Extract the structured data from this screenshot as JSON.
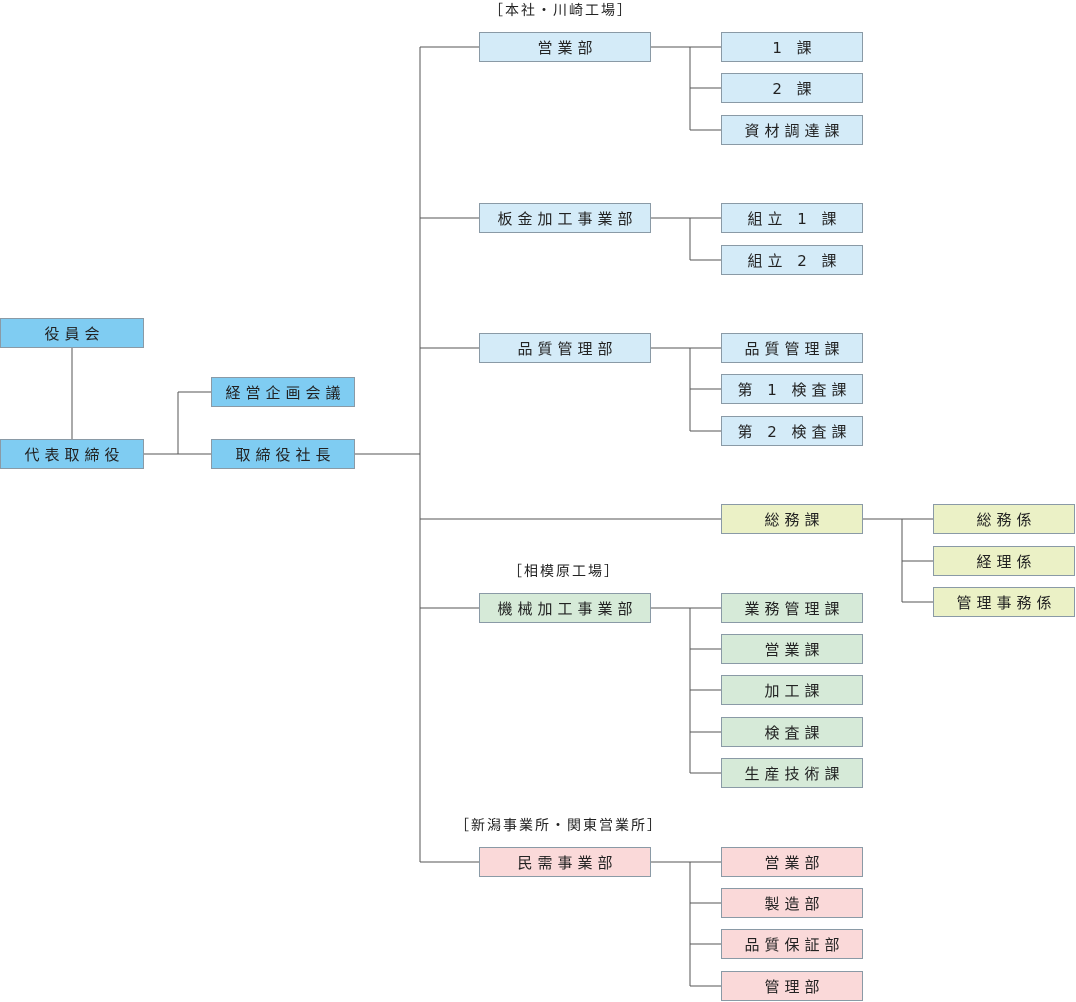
{
  "colors": {
    "executive": "#7fccf2",
    "honsha": "#d4ebf8",
    "soumu": "#ebf1c6",
    "sagamihara": "#d6ead8",
    "niigata": "#fad9d9",
    "line": "#555555"
  },
  "site_labels": {
    "honsha": "［本社・川崎工場］",
    "sagamihara": "［相模原工場］",
    "niigata": "［新潟事業所・関東営業所］"
  },
  "executive": {
    "board": "役員会",
    "representative": "代表取締役",
    "planning_council": "経営企画会議",
    "president": "取締役社長"
  },
  "departments": {
    "sales": {
      "name": "営業部",
      "sections": [
        "1 課",
        "2 課",
        "資材調達課"
      ]
    },
    "sheet_metal": {
      "name": "板金加工事業部",
      "sections": [
        "組立 1 課",
        "組立 2 課"
      ]
    },
    "quality": {
      "name": "品質管理部",
      "sections": [
        "品質管理課",
        "第 1 検査課",
        "第 2 検査課"
      ]
    },
    "general_affairs": {
      "name": "総務課",
      "sections": [
        "総務係",
        "経理係",
        "管理事務係"
      ]
    },
    "machining": {
      "name": "機械加工事業部",
      "sections": [
        "業務管理課",
        "営業課",
        "加工課",
        "検査課",
        "生産技術課"
      ]
    },
    "civil": {
      "name": "民需事業部",
      "sections": [
        "営業部",
        "製造部",
        "品質保証部",
        "管理部"
      ]
    }
  }
}
